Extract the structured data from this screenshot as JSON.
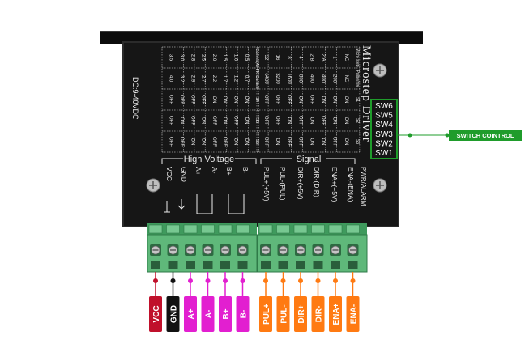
{
  "device": {
    "title": "Microstep Driver",
    "power_rating": "DC:9-40VDC",
    "high_voltage_label": "High Voltage",
    "signal_label": "Signal",
    "pwr_alarm_label": "PWR/ALARM"
  },
  "microstep_table": {
    "headers": [
      "Micro step",
      "Pulse/rev",
      "S1",
      "S2",
      "S3"
    ],
    "rows": [
      [
        "NC",
        "NC",
        "ON",
        "ON",
        "ON"
      ],
      [
        "1",
        "200",
        "ON",
        "ON",
        "OFF"
      ],
      [
        "2/A",
        "400",
        "ON",
        "OFF",
        "ON"
      ],
      [
        "2/B",
        "400",
        "OFF",
        "ON",
        "ON"
      ],
      [
        "4",
        "800",
        "ON",
        "OFF",
        "OFF"
      ],
      [
        "8",
        "1600",
        "OFF",
        "ON",
        "OFF"
      ],
      [
        "16",
        "3200",
        "OFF",
        "OFF",
        "ON"
      ],
      [
        "32",
        "6400",
        "OFF",
        "OFF",
        "OFF"
      ]
    ]
  },
  "current_table": {
    "headers": [
      "Current(A)",
      "PK Current",
      "S4",
      "S5",
      "S6"
    ],
    "rows": [
      [
        "0.5",
        "0.7",
        "ON",
        "ON",
        "ON"
      ],
      [
        "1.0",
        "1.2",
        "ON",
        "OFF",
        "ON"
      ],
      [
        "1.5",
        "1.7",
        "ON",
        "ON",
        "OFF"
      ],
      [
        "2.0",
        "2.2",
        "ON",
        "OFF",
        "OFF"
      ],
      [
        "2.5",
        "2.7",
        "OFF",
        "ON",
        "ON"
      ],
      [
        "2.8",
        "2.9",
        "OFF",
        "OFF",
        "ON"
      ],
      [
        "3.0",
        "3.2",
        "OFF",
        "ON",
        "OFF"
      ],
      [
        "3.5",
        "4.0",
        "OFF",
        "OFF",
        "OFF"
      ]
    ]
  },
  "switches": [
    "SW6",
    "SW5",
    "SW4",
    "SW3",
    "SW2",
    "SW1"
  ],
  "callout": {
    "label": "SWITCH COINTROL"
  },
  "terminal_print": [
    "VCC",
    "GND",
    "A+",
    "A-",
    "B+",
    "B-",
    "PUL+(+5V)",
    "PUL-(PUL)",
    "DIR+(+5V)",
    "DIR-(DIR)",
    "ENA+(+5V)",
    "ENA-(ENA)"
  ],
  "pins": [
    {
      "label": "VCC",
      "color": "#c0102b"
    },
    {
      "label": "GND",
      "color": "#111111"
    },
    {
      "label": "A+",
      "color": "#e21fd0"
    },
    {
      "label": "A-",
      "color": "#e21fd0"
    },
    {
      "label": "B+",
      "color": "#e21fd0"
    },
    {
      "label": "B-",
      "color": "#e21fd0"
    },
    {
      "label": "PUL+",
      "color": "#ff7a12"
    },
    {
      "label": "PUL-",
      "color": "#ff7a12"
    },
    {
      "label": "DIR+",
      "color": "#ff7a12"
    },
    {
      "label": "DIR-",
      "color": "#ff7a12"
    },
    {
      "label": "ENA+",
      "color": "#ff7a12"
    },
    {
      "label": "ENA-",
      "color": "#ff7a12"
    }
  ],
  "colors": {
    "body": "#161616",
    "bezel": "#0c0c0c",
    "print": "#ececec",
    "terminal": "#5fb87a",
    "terminal_dark": "#3f9a5d",
    "accent": "#1f9c2b",
    "callout_bg": "#1f9c2b"
  }
}
